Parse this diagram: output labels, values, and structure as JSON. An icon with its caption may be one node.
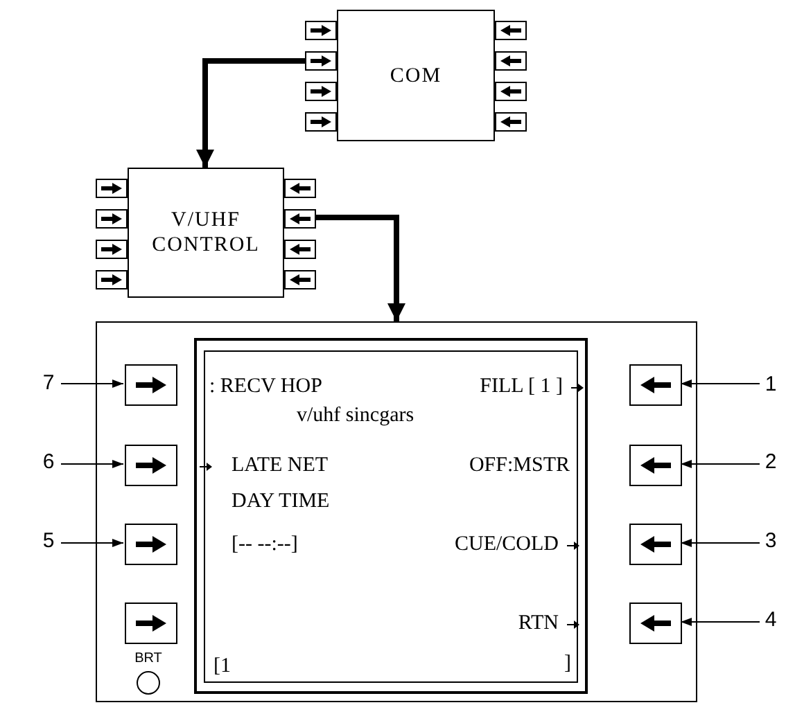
{
  "diagram": {
    "nodes": [
      {
        "text": [
          "COM"
        ]
      },
      {
        "text": [
          "V/UHF CONTROL"
        ]
      },
      {
        "text": [],
        "shape": "box"
      },
      {
        "text": [
          ": RECV HOP",
          "FILL [ 1 ]",
          "v/uhf sincgars",
          "LATE NET",
          "OFF:MSTR",
          "DAY TIME",
          "[-- --:--]",
          "CUE/COLD",
          "RTN",
          "[1",
          "]"
        ],
        "in": 2
      },
      {
        "text": [],
        "shape": "box",
        "in": 2
      },
      {
        "text": [],
        "shape": "box",
        "in": 2
      },
      {
        "text": [],
        "shape": "box",
        "in": 2
      },
      {
        "text": [],
        "shape": "box",
        "in": 2
      },
      {
        "text": [],
        "shape": "box",
        "in": 2
      },
      {
        "text": [],
        "shape": "box",
        "in": 2
      },
      {
        "text": [],
        "shape": "box",
        "in": 2
      },
      {
        "text": [],
        "shape": "box",
        "in": 2
      },
      {
        "text": [
          "7"
        ]
      },
      {
        "text": [
          "6"
        ]
      },
      {
        "text": [
          "5"
        ]
      },
      {
        "text": [
          "1"
        ]
      },
      {
        "text": [
          "2"
        ]
      },
      {
        "text": [
          "3"
        ]
      },
      {
        "text": [
          "4"
        ]
      }
    ],
    "edges": [
      {
        "from": 0,
        "to": 1,
        "arrow": "to",
        "style": "thick"
      },
      {
        "from": 1,
        "to": 2,
        "arrow": "to",
        "style": "thick"
      },
      {
        "from": 12,
        "to": 4,
        "arrow": "to"
      },
      {
        "from": 13,
        "to": 5,
        "arrow": "to"
      },
      {
        "from": 14,
        "to": 6,
        "arrow": "to"
      },
      {
        "from": 15,
        "to": 8,
        "arrow": "to"
      },
      {
        "from": 16,
        "to": 9,
        "arrow": "to"
      },
      {
        "from": 17,
        "to": 10,
        "arrow": "to"
      },
      {
        "from": 18,
        "to": 11,
        "arrow": "to"
      }
    ],
    "labels": [
      "BRT"
    ]
  }
}
